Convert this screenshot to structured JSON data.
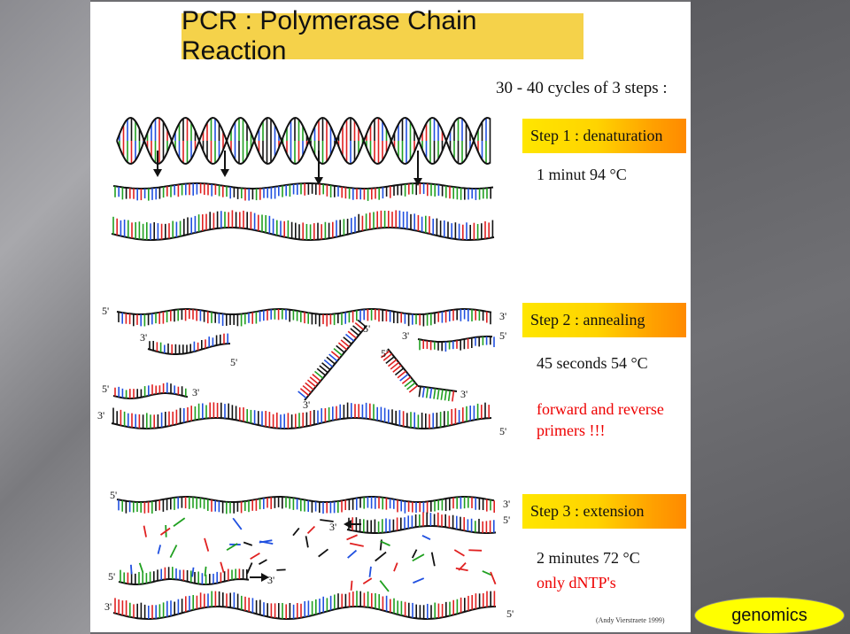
{
  "slide": {
    "title": "PCR : Polymerase Chain Reaction",
    "cycles_text": "30 - 40 cycles of 3 steps :",
    "credit": "(Andy Vierstraete 1999)"
  },
  "steps": [
    {
      "label": "Step 1 : denaturation",
      "condition": "1 minut 94 °C"
    },
    {
      "label": "Step 2 : annealing",
      "condition": "45 seconds 54 °C",
      "note_line1": "forward and reverse",
      "note_line2": "primers !!!"
    },
    {
      "label": "Step 3 : extension",
      "condition": "2 minutes 72 °C",
      "note": "only dNTP's"
    }
  ],
  "strand_labels": {
    "five": "5'",
    "three": "3'"
  },
  "colors": {
    "base_red": "#e02020",
    "base_green": "#20a020",
    "base_blue": "#2050e0",
    "base_black": "#111111",
    "title_bg": "#f5d24a",
    "badge_bg": "#ffff00"
  },
  "badge": "genomics"
}
